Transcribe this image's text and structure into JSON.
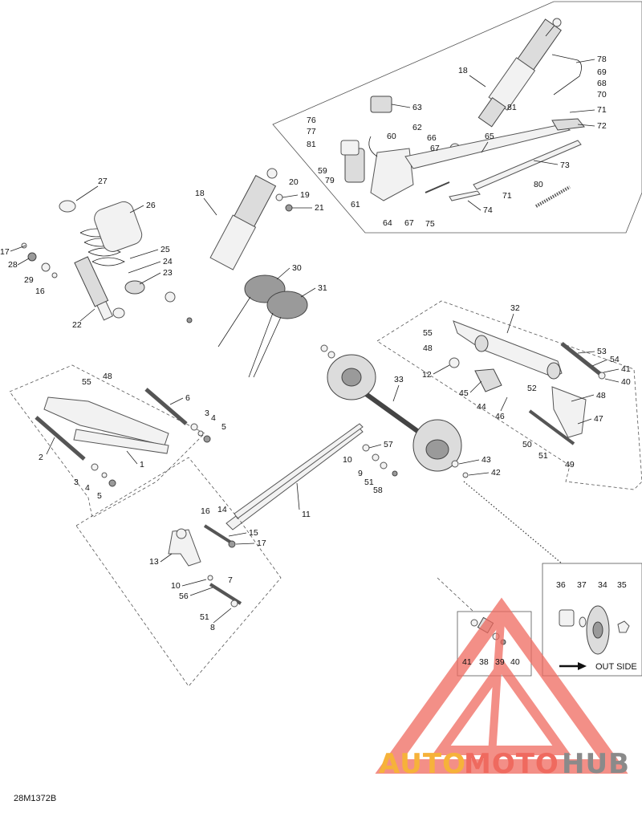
{
  "drawing_reference": "28M1372B",
  "out_side_label": "OUT SIDE",
  "watermark": {
    "brand_a": "AUTO",
    "brand_b": "MOTO",
    "brand_c": "HUB",
    "color_orange": "#f6b23a",
    "color_red": "#ef6a5f",
    "color_grey": "#8a8a8a"
  },
  "callouts": {
    "c1": "1",
    "c2": "2",
    "c3a": "3",
    "c3b": "3",
    "c4a": "4",
    "c4b": "4",
    "c5a": "5",
    "c5b": "5",
    "c6": "6",
    "c7": "7",
    "c8": "8",
    "c9": "9",
    "c10a": "10",
    "c10b": "10",
    "c11": "11",
    "c12": "12",
    "c13": "13",
    "c14": "14",
    "c15": "15",
    "c16a": "16",
    "c16b": "16",
    "c17a": "17",
    "c17b": "17",
    "c18a": "18",
    "c18b": "18",
    "c19": "19",
    "c20": "20",
    "c21": "21",
    "c22": "22",
    "c23": "23",
    "c24": "24",
    "c25": "25",
    "c26": "26",
    "c27": "27",
    "c28": "28",
    "c29": "29",
    "c30": "30",
    "c31": "31",
    "c32": "32",
    "c33": "33",
    "c34": "34",
    "c35": "35",
    "c36": "36",
    "c37": "37",
    "c38": "38",
    "c39": "39",
    "c40a": "40",
    "c40b": "40",
    "c41a": "41",
    "c41b": "41",
    "c42": "42",
    "c43": "43",
    "c44": "44",
    "c45": "45",
    "c46": "46",
    "c47": "47",
    "c48a": "48",
    "c48b": "48",
    "c48c": "48",
    "c49": "49",
    "c50": "50",
    "c51a": "51",
    "c51b": "51",
    "c51c": "51",
    "c52": "52",
    "c53": "53",
    "c54": "54",
    "c55a": "55",
    "c55b": "55",
    "c56": "56",
    "c57": "57",
    "c58": "58",
    "c59": "59",
    "c60": "60",
    "c61": "61",
    "c62": "62",
    "c63": "63",
    "c64": "64",
    "c65": "65",
    "c66": "66",
    "c67a": "67",
    "c67b": "67",
    "c68": "68",
    "c69": "69",
    "c70": "70",
    "c71a": "71",
    "c71b": "71",
    "c72": "72",
    "c73": "73",
    "c74": "74",
    "c75": "75",
    "c76": "76",
    "c77": "77",
    "c78": "78",
    "c79": "79",
    "c80": "80",
    "c81a": "81",
    "c81b": "81"
  }
}
